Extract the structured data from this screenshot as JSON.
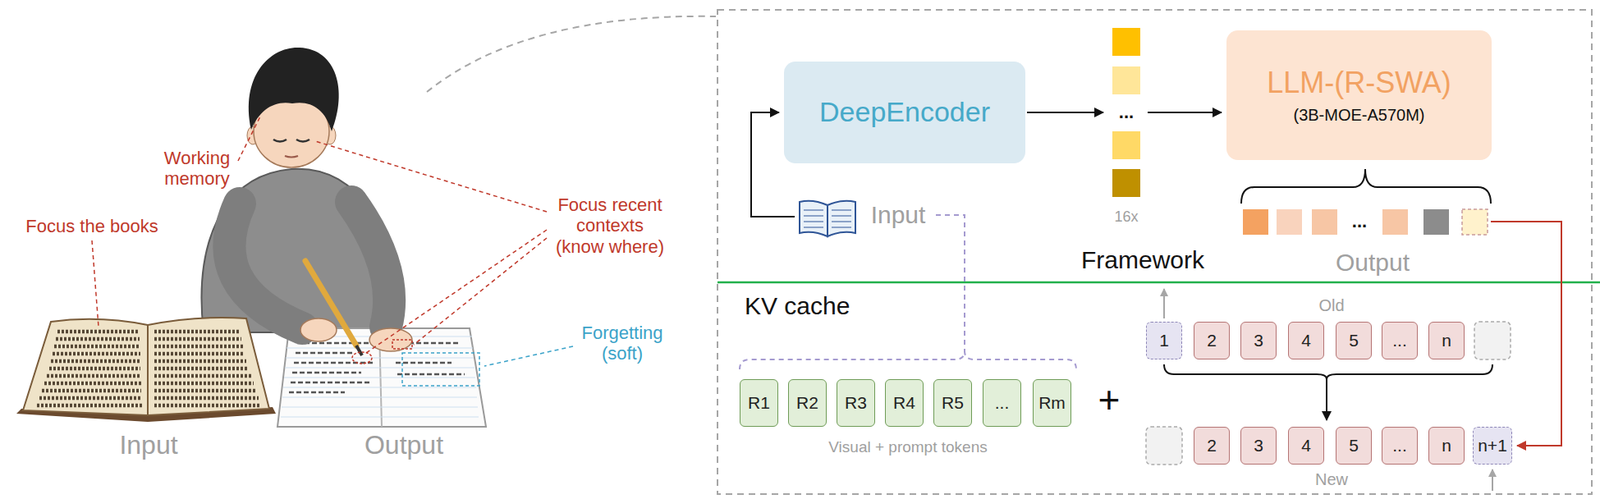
{
  "diagram": {
    "nodes": [
      {
        "text": [
          "DeepEncoder"
        ]
      },
      {
        "text": [
          "LLM-(R-SWA)",
          "(3B-MOE-A570M)"
        ]
      },
      {
        "text": [
          "R1"
        ]
      },
      {
        "text": [
          "R2"
        ]
      },
      {
        "text": [
          "R3"
        ]
      },
      {
        "text": [
          "R4"
        ]
      },
      {
        "text": [
          "R5"
        ]
      },
      {
        "text": [
          "..."
        ]
      },
      {
        "text": [
          "Rm"
        ]
      },
      {
        "text": [
          "1"
        ]
      },
      {
        "text": [
          "2"
        ]
      },
      {
        "text": [
          "3"
        ]
      },
      {
        "text": [
          "4"
        ]
      },
      {
        "text": [
          "5"
        ]
      },
      {
        "text": [
          "..."
        ]
      },
      {
        "text": [
          "n"
        ]
      },
      {
        "text": [
          "2"
        ]
      },
      {
        "text": [
          "3"
        ]
      },
      {
        "text": [
          "4"
        ]
      },
      {
        "text": [
          "5"
        ]
      },
      {
        "text": [
          "..."
        ]
      },
      {
        "text": [
          "n"
        ]
      },
      {
        "text": [
          "n+1"
        ]
      }
    ],
    "labels": [
      "Working memory",
      "Focus the books",
      "Focus recent contexts (know where)",
      "Forgetting (soft)",
      "Input",
      "Output",
      "...",
      "16x",
      "Input",
      "Framework",
      "...",
      "Output",
      "KV cache",
      "Old",
      "Visual + prompt tokens",
      "+",
      "New"
    ]
  }
}
